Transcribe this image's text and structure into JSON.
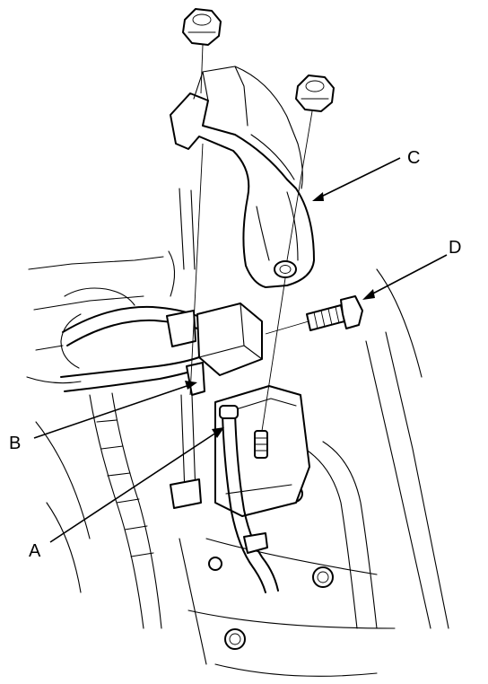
{
  "callouts": {
    "a": "A",
    "b": "B",
    "c": "C",
    "d": "D"
  },
  "colors": {
    "ink": "#000000",
    "paper": "#ffffff"
  }
}
